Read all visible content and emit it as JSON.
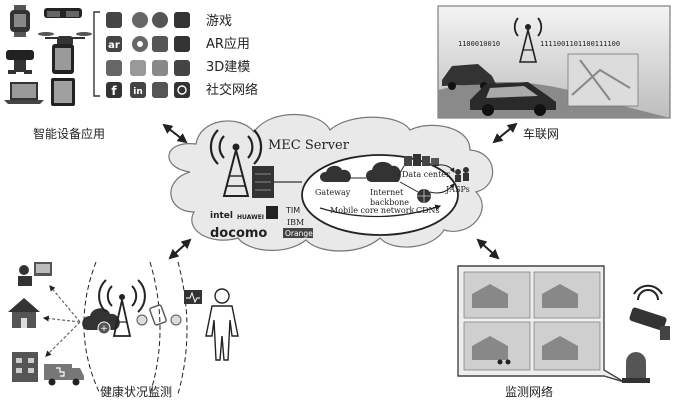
{
  "apps": {
    "items": [
      "游戏",
      "AR应用",
      "3D建模",
      "社交网络"
    ],
    "caption": "智能设备应用",
    "icon_names": [
      "watch-icon",
      "vr-glasses-icon",
      "drone-icon",
      "phone-icon",
      "robot-icon",
      "tablet-icon",
      "laptop-icon",
      "app-grid-icon"
    ],
    "app_letters": [
      "ar",
      "f",
      "in"
    ]
  },
  "vehicles": {
    "caption": "车联网",
    "binary_left": "1100010010",
    "binary_right": "1111001101100111100"
  },
  "mec": {
    "title": "MEC Server",
    "data_center": "Data center",
    "gateway": "Gateway",
    "internet_backbone": [
      "Internet",
      "backbone"
    ],
    "mobile_core": "Mobile core network",
    "cdns": "CDNs",
    "jasps": "JASPs",
    "partners": [
      "intel",
      "HUAWEI",
      "docomo",
      "TIM",
      "IBM",
      "Orange"
    ]
  },
  "health": {
    "caption": "健康状况监测"
  },
  "surveillance": {
    "caption": "监测网络"
  },
  "colors": {
    "ink": "#222222",
    "gray_dark": "#555555",
    "gray_mid": "#8a8a8a",
    "gray_light": "#cfcfcf",
    "cloud": "#e9e9e9"
  }
}
